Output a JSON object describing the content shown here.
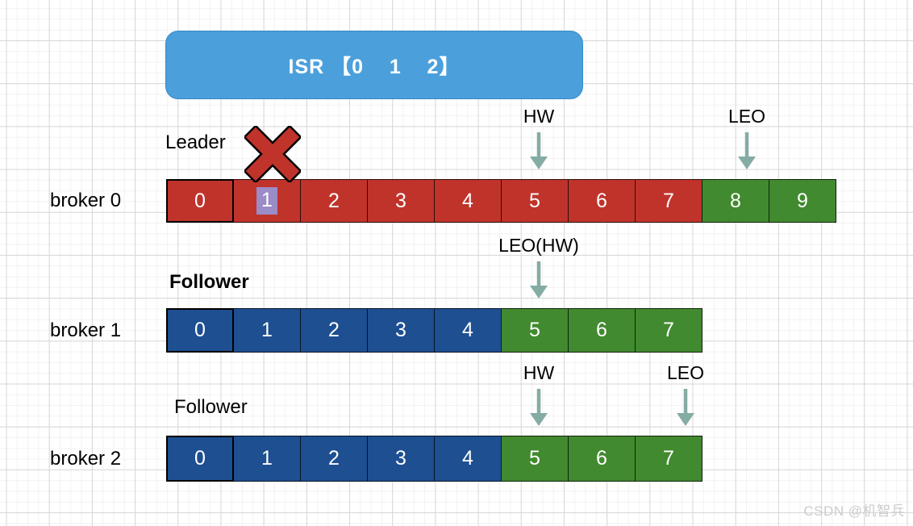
{
  "colors": {
    "red": "#c0332b",
    "green": "#418a2f",
    "blue": "#1d4f91",
    "isr_fill": "#4ba0dc",
    "isr_border": "#3589c9",
    "arrow": "#85aca4",
    "highlight": "#9b8bc7",
    "cross": "#c0332b"
  },
  "isr_box": {
    "label": "ISR 【0    1    2】"
  },
  "brokers": [
    {
      "label": "broker 0",
      "role": "Leader",
      "crossed_out": true,
      "cells": [
        "0",
        "1",
        "2",
        "3",
        "4",
        "5",
        "6",
        "7",
        "8",
        "9"
      ],
      "cell_colors": [
        "red",
        "red",
        "red",
        "red",
        "red",
        "red",
        "red",
        "red",
        "green",
        "green"
      ],
      "highlight_index": 1,
      "markers": [
        {
          "label": "HW",
          "cell": 5
        },
        {
          "label": "LEO",
          "cell": 8
        }
      ]
    },
    {
      "label": "broker 1",
      "role": "Follower",
      "role_bold": true,
      "cells": [
        "0",
        "1",
        "2",
        "3",
        "4",
        "5",
        "6",
        "7"
      ],
      "cell_colors": [
        "blue",
        "blue",
        "blue",
        "blue",
        "blue",
        "green",
        "green",
        "green"
      ],
      "markers": [
        {
          "label": "LEO(HW)",
          "cell": 5
        }
      ]
    },
    {
      "label": "broker 2",
      "role": "Follower",
      "cells": [
        "0",
        "1",
        "2",
        "3",
        "4",
        "5",
        "6",
        "7"
      ],
      "cell_colors": [
        "blue",
        "blue",
        "blue",
        "blue",
        "blue",
        "green",
        "green",
        "green"
      ],
      "markers": [
        {
          "label": "HW",
          "cell": 5
        },
        {
          "label": "LEO",
          "cell": 7
        }
      ]
    }
  ],
  "watermark": "CSDN @机智兵"
}
